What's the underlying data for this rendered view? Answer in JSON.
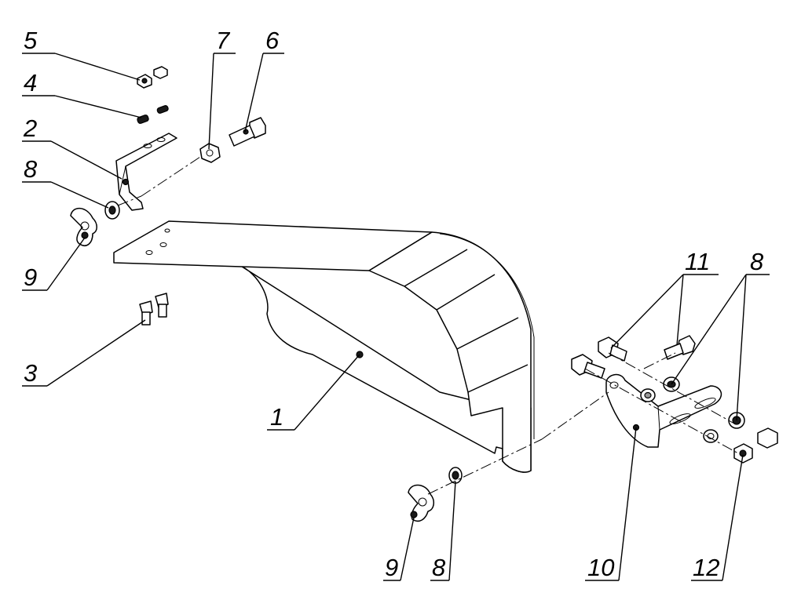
{
  "callouts": [
    {
      "id": "c5",
      "text": "5"
    },
    {
      "id": "c4",
      "text": "4"
    },
    {
      "id": "c2",
      "text": "2"
    },
    {
      "id": "c8a",
      "text": "8"
    },
    {
      "id": "c9a",
      "text": "9"
    },
    {
      "id": "c3",
      "text": "3"
    },
    {
      "id": "c7",
      "text": "7"
    },
    {
      "id": "c6",
      "text": "6"
    },
    {
      "id": "c1",
      "text": "1"
    },
    {
      "id": "c11",
      "text": "11"
    },
    {
      "id": "c8b",
      "text": "8"
    },
    {
      "id": "c9b",
      "text": "9"
    },
    {
      "id": "c8c",
      "text": "8"
    },
    {
      "id": "c10",
      "text": "10"
    },
    {
      "id": "c12",
      "text": "12"
    }
  ]
}
